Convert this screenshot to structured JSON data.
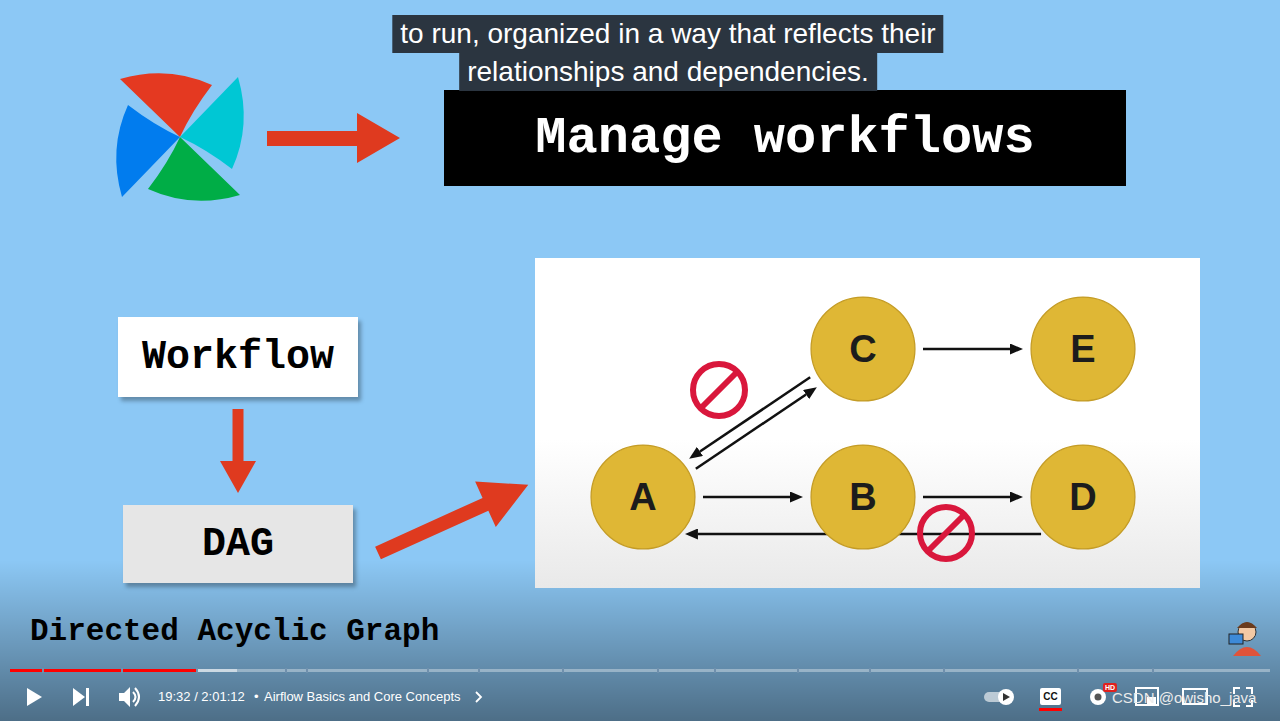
{
  "diagram": {
    "nodes": [
      {
        "text": [
          "Manage workflows"
        ]
      },
      {
        "text": [
          "Workflow"
        ]
      },
      {
        "text": [
          "C"
        ]
      },
      {
        "text": [
          "E"
        ]
      },
      {
        "text": [
          "A"
        ]
      },
      {
        "text": [
          "B"
        ]
      },
      {
        "text": [
          "D"
        ]
      },
      {
        "text": [
          "DAG"
        ]
      }
    ],
    "edges": [
      {
        "from": 1,
        "to": 7,
        "arrow": "to"
      },
      {
        "from": 4,
        "to": 2,
        "arrow": "to"
      },
      {
        "from": 2,
        "to": 4,
        "arrow": "to"
      },
      {
        "from": 2,
        "to": 3,
        "arrow": "to"
      },
      {
        "from": 4,
        "to": 5,
        "arrow": "to"
      },
      {
        "from": 5,
        "to": 6,
        "arrow": "to"
      },
      {
        "from": 6,
        "to": 4,
        "arrow": "to"
      }
    ],
    "labels": [
      "to run, organized in a way that reflects their",
      "relationships and dependencies.",
      "Directed Acyclic Graph",
      "19:32 / 2:01:12",
      "•",
      "Airflow Basics and Core Concepts",
      "CC",
      "HD",
      "CSDN @owisho_java"
    ]
  }
}
